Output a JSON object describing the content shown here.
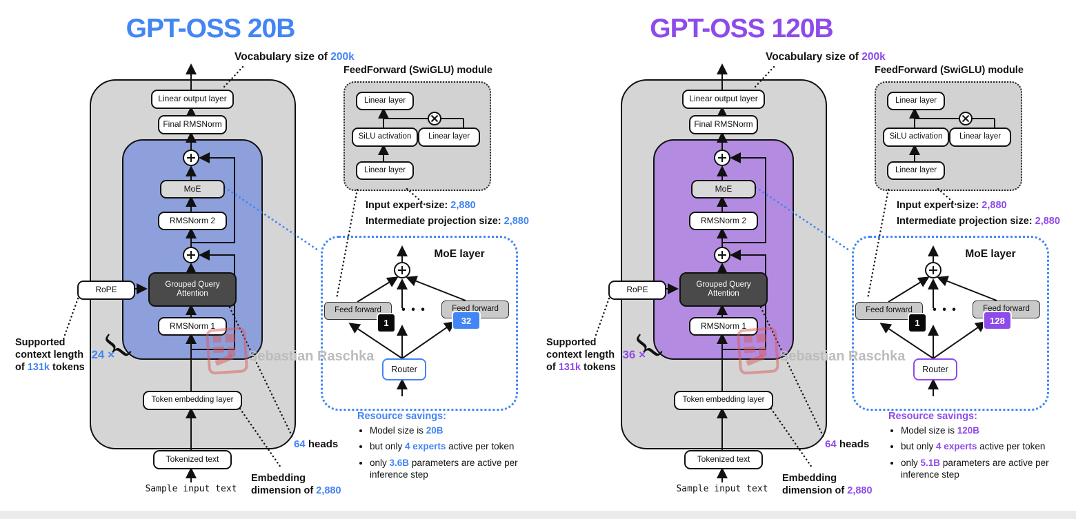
{
  "colors": {
    "left_accent": "#4285f4",
    "right_accent": "#8e4be9",
    "left_inner_block": "#8da0dc",
    "right_inner_block": "#b38ce2",
    "outer_block_gray": "#d5d5d5",
    "ff_module_gray": "#d2d2d2",
    "attention_dark": "#4a4a4a",
    "feedforward_box_gray": "#c9c9c9",
    "expert1_badge_black": "#0a0a0a",
    "moe_detail_border_blue": "#4285f4",
    "watermark_gray": "#bcbcbc",
    "seal_red": "#d96b6b"
  },
  "panels": [
    {
      "title": "GPT-OSS 20B",
      "vocab": {
        "pre": "Vocabulary size of ",
        "accent": "200k"
      },
      "boxes": {
        "linear_output": "Linear output layer",
        "final_rmsnorm": "Final RMSNorm",
        "moe": "MoE",
        "rmsnorm2": "RMSNorm 2",
        "gqa": "Grouped Query Attention",
        "rmsnorm1": "RMSNorm 1",
        "rope": "RoPE",
        "token_embedding": "Token embedding layer",
        "tokenized": "Tokenized text"
      },
      "sample_input": "Sample input text",
      "repeat_factor": "24 ×",
      "context": {
        "l1": "Supported",
        "l2": "context length",
        "l3_pre": "of ",
        "l3_accent": "131k",
        "l3_post": " tokens"
      },
      "heads": {
        "accent": "64",
        "post": " heads"
      },
      "embedding": {
        "l1": "Embedding",
        "l2_pre": "dimension of ",
        "l2_accent": "2,880"
      },
      "ff_module": {
        "title": "FeedForward (SwiGLU) module",
        "linear_top": "Linear layer",
        "silu": "SiLU activation",
        "linear_right": "Linear layer",
        "linear_bottom": "Linear layer"
      },
      "expert_sizes": {
        "input_label": "Input expert size: ",
        "input_accent": "2,880",
        "proj_label": "Intermediate projection size: ",
        "proj_accent": "2,880"
      },
      "moe_detail": {
        "label": "MoE layer",
        "ff1": "Feed forward",
        "ff2": "Feed forward",
        "badge1": "1",
        "badge2": "32",
        "dots": "• • •",
        "router": "Router"
      },
      "resource": {
        "heading": "Resource savings:",
        "b1_pre": "Model size is ",
        "b1_accent": "20B",
        "b1_post": "",
        "b2_pre": "but only ",
        "b2_accent": "4 experts",
        "b2_post": " active per token",
        "b3_pre": "only ",
        "b3_accent": "3.6B",
        "b3_post": " parameters are active per inference step"
      },
      "watermark": "Sebastian Raschka"
    },
    {
      "title": "GPT-OSS 120B",
      "vocab": {
        "pre": "Vocabulary size of ",
        "accent": "200k"
      },
      "boxes": {
        "linear_output": "Linear output layer",
        "final_rmsnorm": "Final RMSNorm",
        "moe": "MoE",
        "rmsnorm2": "RMSNorm 2",
        "gqa": "Grouped Query Attention",
        "rmsnorm1": "RMSNorm 1",
        "rope": "RoPE",
        "token_embedding": "Token embedding layer",
        "tokenized": "Tokenized text"
      },
      "sample_input": "Sample input text",
      "repeat_factor": "36 ×",
      "context": {
        "l1": "Supported",
        "l2": "context length",
        "l3_pre": "of ",
        "l3_accent": "131k",
        "l3_post": " tokens"
      },
      "heads": {
        "accent": "64",
        "post": " heads"
      },
      "embedding": {
        "l1": "Embedding",
        "l2_pre": "dimension of ",
        "l2_accent": "2,880"
      },
      "ff_module": {
        "title": "FeedForward (SwiGLU) module",
        "linear_top": "Linear layer",
        "silu": "SiLU activation",
        "linear_right": "Linear layer",
        "linear_bottom": "Linear layer"
      },
      "expert_sizes": {
        "input_label": "Input expert size: ",
        "input_accent": "2,880",
        "proj_label": "Intermediate projection size: ",
        "proj_accent": "2,880"
      },
      "moe_detail": {
        "label": "MoE layer",
        "ff1": "Feed forward",
        "ff2": "Feed forward",
        "badge1": "1",
        "badge2": "128",
        "dots": "• • •",
        "router": "Router"
      },
      "resource": {
        "heading": "Resource savings:",
        "b1_pre": "Model size is ",
        "b1_accent": "120B",
        "b1_post": "",
        "b2_pre": "but only ",
        "b2_accent": "4 experts",
        "b2_post": " active per token",
        "b3_pre": "only ",
        "b3_accent": "5.1B",
        "b3_post": " parameters are active per inference step"
      },
      "watermark": "Sebastian Raschka"
    }
  ]
}
